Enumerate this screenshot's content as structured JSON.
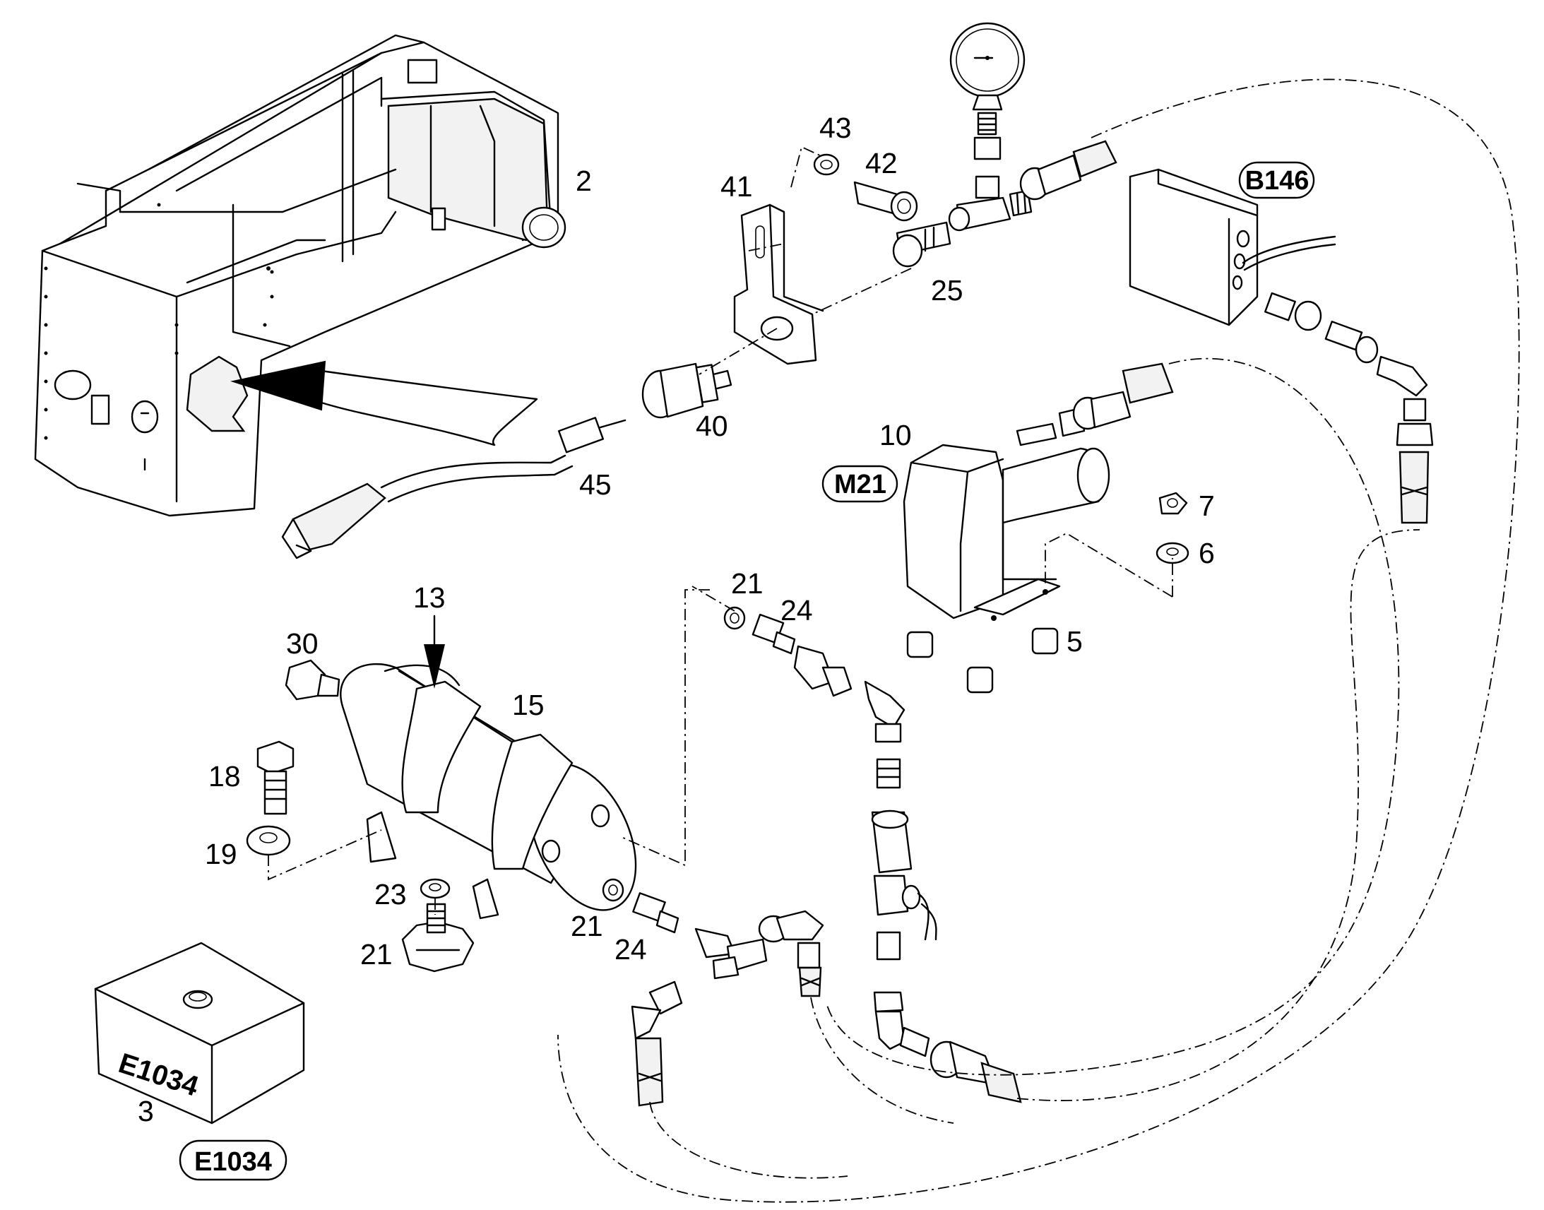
{
  "diagram": {
    "part_numbers": {
      "p2": "2",
      "p3": "3",
      "p5": "5",
      "p6": "6",
      "p7": "7",
      "p10": "10",
      "p13": "13",
      "p15": "15",
      "p18": "18",
      "p19": "19",
      "p21a": "21",
      "p21b": "21",
      "p21c": "21",
      "p23": "23",
      "p24a": "24",
      "p24b": "24",
      "p25": "25",
      "p30": "30",
      "p40": "40",
      "p41": "41",
      "p42": "42",
      "p43": "43",
      "p45": "45"
    },
    "component_tags": {
      "b146": "B146",
      "m21": "M21",
      "e1034": "E1034"
    },
    "box_label": "E1034"
  }
}
